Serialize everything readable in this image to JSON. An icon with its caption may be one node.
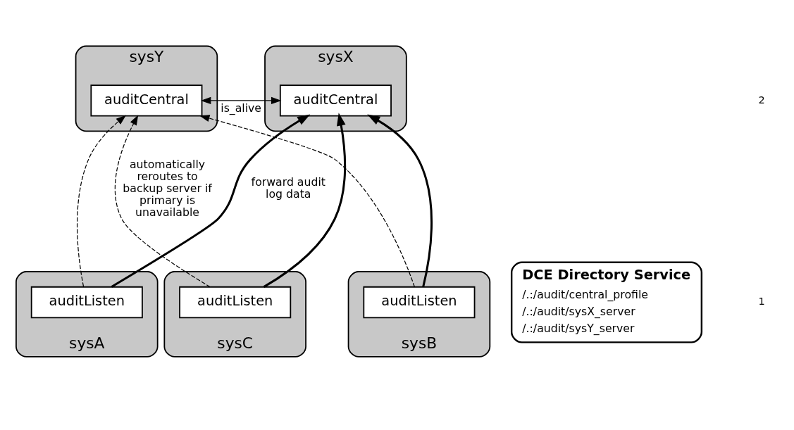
{
  "diagram": {
    "nodes": [
      {
        "text": [
          "sysX"
        ]
      },
      {
        "text": [
          "auditCentral"
        ],
        "in": 0
      },
      {
        "text": [
          "sysY"
        ]
      },
      {
        "text": [
          "auditCentral"
        ],
        "in": 2
      },
      {
        "text": [
          "DCE Directory Service",
          "/.:/audit/central_profile",
          "/.:/audit/sysX_server",
          "/.:/audit/sysY_server"
        ]
      },
      {
        "text": [
          "sysA"
        ]
      },
      {
        "text": [
          "auditListen"
        ],
        "in": 5
      },
      {
        "text": [
          "sysB"
        ]
      },
      {
        "text": [
          "auditListen"
        ],
        "in": 7
      },
      {
        "text": [
          "sysC"
        ]
      },
      {
        "text": [
          "auditListen"
        ],
        "in": 9
      }
    ],
    "edges": [
      {
        "from": 1,
        "to": 3,
        "arrow": "both",
        "label": "is_alive"
      },
      {
        "from": 6,
        "to": 1,
        "arrow": "to",
        "label": "forward audit log data",
        "style": "thick"
      },
      {
        "from": 8,
        "to": 1,
        "arrow": "to",
        "style": "thick"
      },
      {
        "from": 10,
        "to": 1,
        "arrow": "to",
        "style": "thick"
      },
      {
        "from": 6,
        "to": 3,
        "arrow": "to",
        "style": "dashed"
      },
      {
        "from": 8,
        "to": 3,
        "arrow": "to",
        "style": "dashed"
      },
      {
        "from": 10,
        "to": 3,
        "arrow": "to",
        "style": "dashed",
        "label": "automatically reroutes to backup server if primary is unavailable"
      }
    ],
    "labels": [
      "1",
      "2"
    ]
  }
}
